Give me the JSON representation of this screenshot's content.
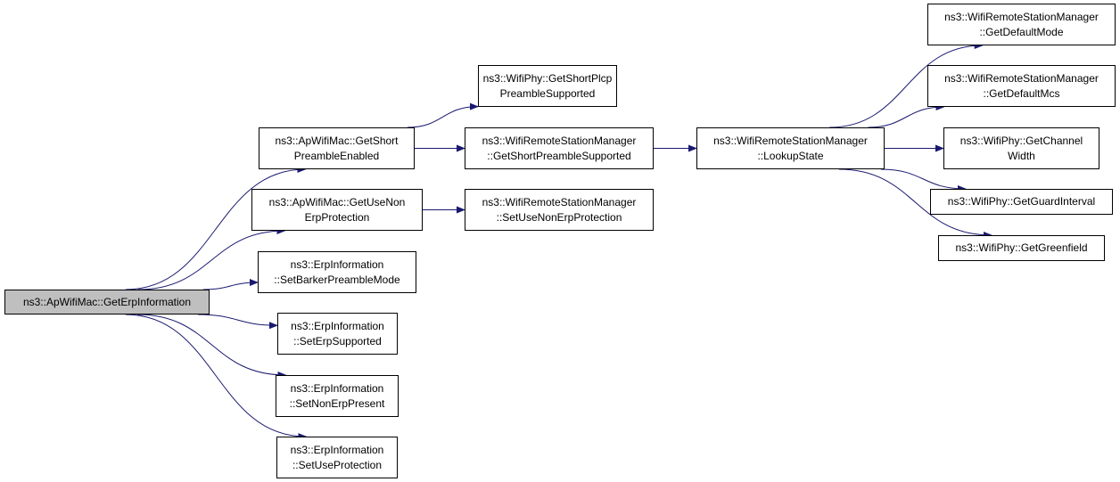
{
  "colors": {
    "edge": "#191970",
    "root_fill": "#bfbfbf",
    "node_fill": "#ffffff",
    "node_border": "#000000"
  },
  "nodes": {
    "get_erp_information": {
      "lines": [
        "ns3::ApWifiMac::GetErpInformation"
      ]
    },
    "get_short_preamble_enabled": {
      "lines": [
        "ns3::ApWifiMac::GetShort",
        "PreambleEnabled"
      ]
    },
    "get_use_non_erp_protection": {
      "lines": [
        "ns3::ApWifiMac::GetUseNon",
        "ErpProtection"
      ]
    },
    "set_barker_preamble_mode": {
      "lines": [
        "ns3::ErpInformation",
        "::SetBarkerPreambleMode"
      ]
    },
    "set_erp_supported": {
      "lines": [
        "ns3::ErpInformation",
        "::SetErpSupported"
      ]
    },
    "set_non_erp_present": {
      "lines": [
        "ns3::ErpInformation",
        "::SetNonErpPresent"
      ]
    },
    "set_use_protection": {
      "lines": [
        "ns3::ErpInformation",
        "::SetUseProtection"
      ]
    },
    "get_short_plcp_preamble_supported": {
      "lines": [
        "ns3::WifiPhy::GetShortPlcp",
        "PreambleSupported"
      ]
    },
    "get_short_preamble_supported": {
      "lines": [
        "ns3::WifiRemoteStationManager",
        "::GetShortPreambleSupported"
      ]
    },
    "set_use_non_erp_protection": {
      "lines": [
        "ns3::WifiRemoteStationManager",
        "::SetUseNonErpProtection"
      ]
    },
    "lookup_state": {
      "lines": [
        "ns3::WifiRemoteStationManager",
        "::LookupState"
      ]
    },
    "get_default_mode": {
      "lines": [
        "ns3::WifiRemoteStationManager",
        "::GetDefaultMode"
      ]
    },
    "get_default_mcs": {
      "lines": [
        "ns3::WifiRemoteStationManager",
        "::GetDefaultMcs"
      ]
    },
    "get_channel_width": {
      "lines": [
        "ns3::WifiPhy::GetChannel",
        "Width"
      ]
    },
    "get_guard_interval": {
      "lines": [
        "ns3::WifiPhy::GetGuardInterval"
      ]
    },
    "get_greenfield": {
      "lines": [
        "ns3::WifiPhy::GetGreenfield"
      ]
    }
  },
  "edges": [
    [
      "get_erp_information",
      "get_short_preamble_enabled"
    ],
    [
      "get_erp_information",
      "get_use_non_erp_protection"
    ],
    [
      "get_erp_information",
      "set_barker_preamble_mode"
    ],
    [
      "get_erp_information",
      "set_erp_supported"
    ],
    [
      "get_erp_information",
      "set_non_erp_present"
    ],
    [
      "get_erp_information",
      "set_use_protection"
    ],
    [
      "get_short_preamble_enabled",
      "get_short_plcp_preamble_supported"
    ],
    [
      "get_short_preamble_enabled",
      "get_short_preamble_supported"
    ],
    [
      "get_use_non_erp_protection",
      "set_use_non_erp_protection"
    ],
    [
      "get_short_preamble_supported",
      "lookup_state"
    ],
    [
      "lookup_state",
      "get_default_mode"
    ],
    [
      "lookup_state",
      "get_default_mcs"
    ],
    [
      "lookup_state",
      "get_channel_width"
    ],
    [
      "lookup_state",
      "get_guard_interval"
    ],
    [
      "lookup_state",
      "get_greenfield"
    ]
  ]
}
